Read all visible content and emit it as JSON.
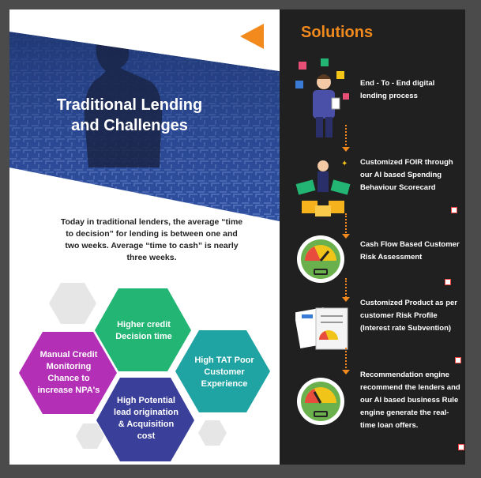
{
  "hero": {
    "title_line1": "Traditional Lending",
    "title_line2": "and Challenges"
  },
  "intro": "Today in traditional lenders, the average “time to decision” for lending is between one and two weeks. Average “time to cash” is nearly three weeks.",
  "challenges": [
    {
      "label": "Higher credit Decision time",
      "color": "#22b573"
    },
    {
      "label": "High TAT Poor Customer Experience",
      "color": "#1fa3a3"
    },
    {
      "label": "Manual Credit Monitoring Chance to increase NPA's",
      "color": "#b32fb6"
    },
    {
      "label": "High Potential lead origination & Acquisition cost",
      "color": "#3a3f9a"
    }
  ],
  "solutions": {
    "title": "Solutions",
    "items": [
      {
        "text": "End - To - End digital lending process",
        "icon": "businessman-icon"
      },
      {
        "text": "Customized FOIR through our AI based Spending Behaviour Scorecard",
        "icon": "money-icon"
      },
      {
        "text": "Cash Flow Based Customer Risk Assessment",
        "icon": "gauge-icon"
      },
      {
        "text": "Customized Product as per customer Risk Profile (Interest rate Subvention)",
        "icon": "report-icon"
      },
      {
        "text": "Recommendation engine recommend the lenders and our AI based business Rule engine generate the real-time loan offers.",
        "icon": "speedometer-icon"
      }
    ]
  },
  "colors": {
    "accent": "#f28a1d",
    "hero_blue": "#2d4c9c",
    "dark_panel": "#202020"
  }
}
